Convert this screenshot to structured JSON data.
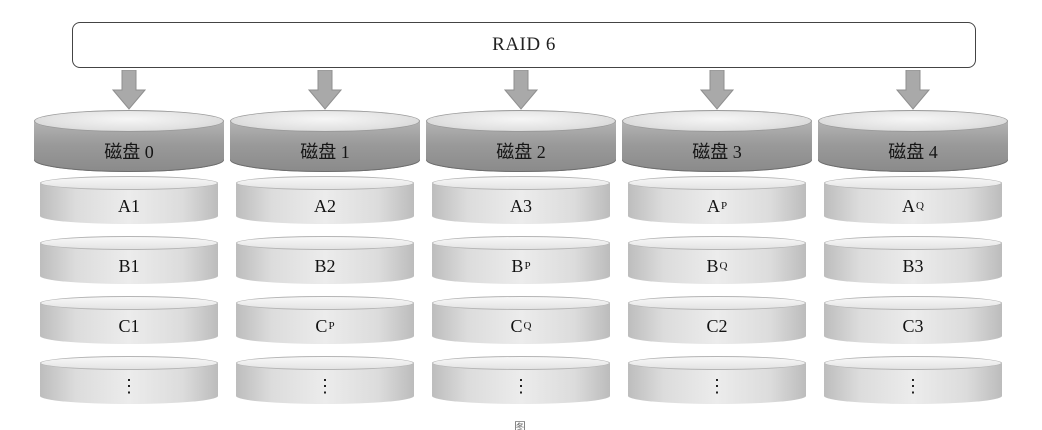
{
  "raid_label": "RAID 6",
  "colors": {
    "arrow": "#a9a9a9",
    "border": "#444444"
  },
  "disks": [
    {
      "name": "磁盘 0",
      "blocks": [
        {
          "main": "A1",
          "sub": ""
        },
        {
          "main": "B1",
          "sub": ""
        },
        {
          "main": "C1",
          "sub": ""
        },
        {
          "main": "⋮",
          "sub": ""
        }
      ]
    },
    {
      "name": "磁盘 1",
      "blocks": [
        {
          "main": "A2",
          "sub": ""
        },
        {
          "main": "B2",
          "sub": ""
        },
        {
          "main": "C",
          "sub": "P"
        },
        {
          "main": "⋮",
          "sub": ""
        }
      ]
    },
    {
      "name": "磁盘 2",
      "blocks": [
        {
          "main": "A3",
          "sub": ""
        },
        {
          "main": "B",
          "sub": "P"
        },
        {
          "main": "C",
          "sub": "Q"
        },
        {
          "main": "⋮",
          "sub": ""
        }
      ]
    },
    {
      "name": "磁盘 3",
      "blocks": [
        {
          "main": "A",
          "sub": "P"
        },
        {
          "main": "B",
          "sub": "Q"
        },
        {
          "main": "C2",
          "sub": ""
        },
        {
          "main": "⋮",
          "sub": ""
        }
      ]
    },
    {
      "name": "磁盘 4",
      "blocks": [
        {
          "main": "A",
          "sub": "Q"
        },
        {
          "main": "B3",
          "sub": ""
        },
        {
          "main": "C3",
          "sub": ""
        },
        {
          "main": "⋮",
          "sub": ""
        }
      ]
    }
  ],
  "caption_fragment": "图"
}
